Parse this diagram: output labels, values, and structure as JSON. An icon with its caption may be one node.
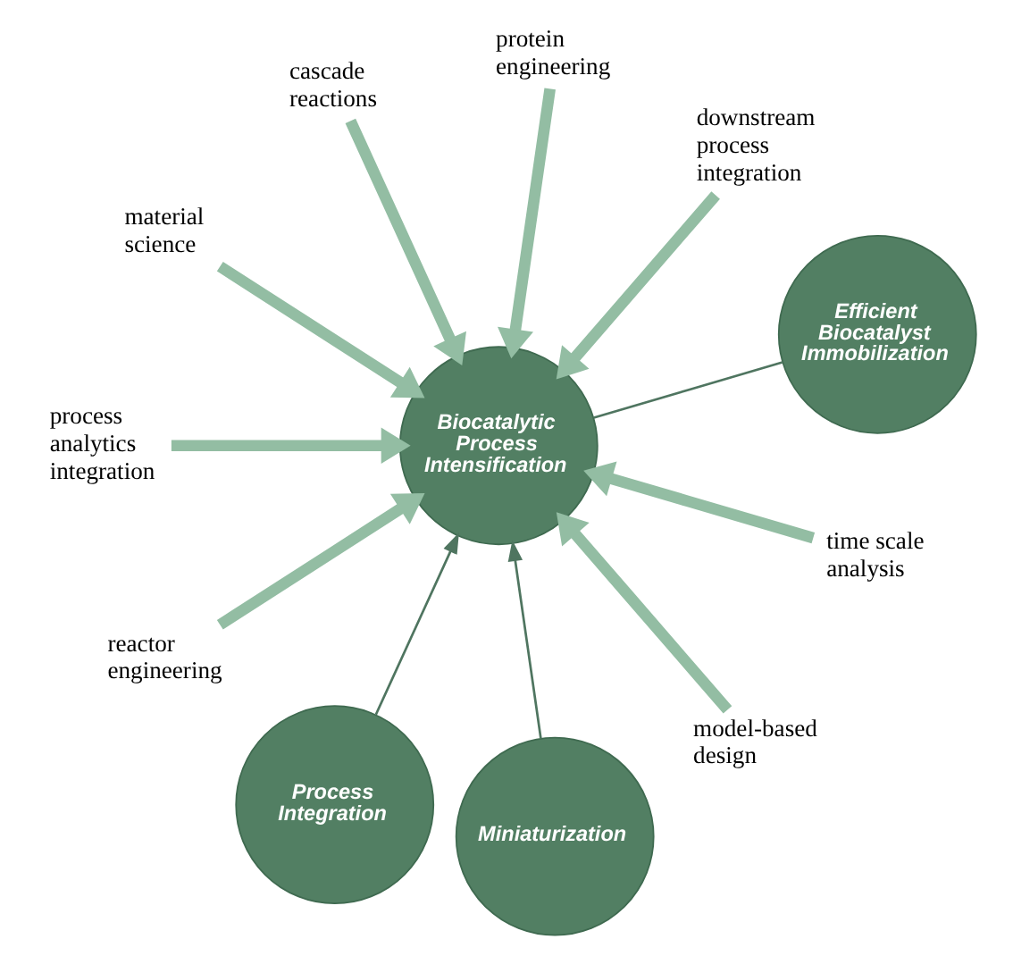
{
  "diagram": {
    "nodes": [
      {
        "text": [
          "Biocatalytic Process Intensification"
        ]
      },
      {
        "text": [
          "Efficient Biocatalyst Immobilization"
        ]
      },
      {
        "text": [
          "downstream process integration"
        ]
      },
      {
        "text": [
          "protein engineering"
        ]
      },
      {
        "text": [
          "cascade reactions"
        ]
      },
      {
        "text": [
          "material science"
        ]
      },
      {
        "text": [
          "process analytics integration"
        ]
      },
      {
        "text": [
          "reactor engineering"
        ]
      },
      {
        "text": [
          "Process Integration"
        ]
      },
      {
        "text": [
          "Miniaturization"
        ]
      },
      {
        "text": [
          "model-based design"
        ]
      },
      {
        "text": [
          "time scale analysis"
        ]
      }
    ],
    "edges": [
      {
        "from": 1,
        "to": 0,
        "arrow": "none",
        "color": "#4f7560"
      },
      {
        "from": 2,
        "to": 0,
        "arrow": "to"
      },
      {
        "from": 3,
        "to": 0,
        "arrow": "to"
      },
      {
        "from": 4,
        "to": 0,
        "arrow": "to"
      },
      {
        "from": 5,
        "to": 0,
        "arrow": "to"
      },
      {
        "from": 6,
        "to": 0,
        "arrow": "to"
      },
      {
        "from": 7,
        "to": 0,
        "arrow": "to"
      },
      {
        "from": 8,
        "to": 0,
        "arrow": "to",
        "color": "#4f7560"
      },
      {
        "from": 9,
        "to": 0,
        "arrow": "to",
        "color": "#4f7560"
      },
      {
        "from": 10,
        "to": 0,
        "arrow": "to"
      },
      {
        "from": 11,
        "to": 0,
        "arrow": "to"
      }
    ]
  }
}
